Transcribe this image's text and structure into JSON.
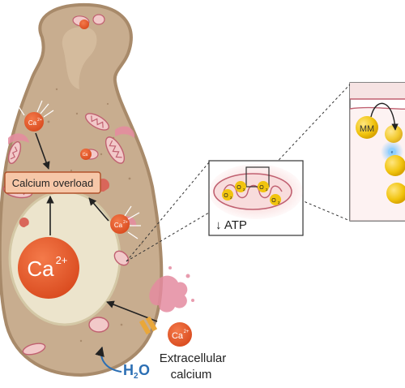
{
  "labels": {
    "ion_small": "Ca",
    "ion_charge": "2+",
    "nucleus_ion": "Ca",
    "nucleus_charge": "2+",
    "calcium_overload": "Calcium overload",
    "atp": "↓ ATP",
    "mm": "MM",
    "superoxide": "O",
    "superoxide_sub": "2",
    "superoxide_sup": "−",
    "e_marker": "e",
    "water_h": "H",
    "water_sub": "2",
    "water_o": "O",
    "extracellular_line1": "Extracellular",
    "extracellular_line2": "calcium"
  },
  "colors": {
    "cell_fill": "#c8ad8f",
    "cell_stroke": "#a88a6a",
    "cytoplasm_speckle": "#9c7e60",
    "vacuole_fill": "#ece4cc",
    "vacuole_stroke": "#d4c8a6",
    "calcium_orange": "#e8562a",
    "overload_box": "#f6c7a8",
    "overload_border": "#b0522b",
    "mito_fill": "#f2c9c9",
    "mito_stroke": "#c06070",
    "yellow_ball": "#f1c40f",
    "water_blue": "#2c6fb4",
    "channel_yellow": "#e9a73a",
    "splash_pink": "#e58ba0",
    "arrow": "#222222"
  }
}
